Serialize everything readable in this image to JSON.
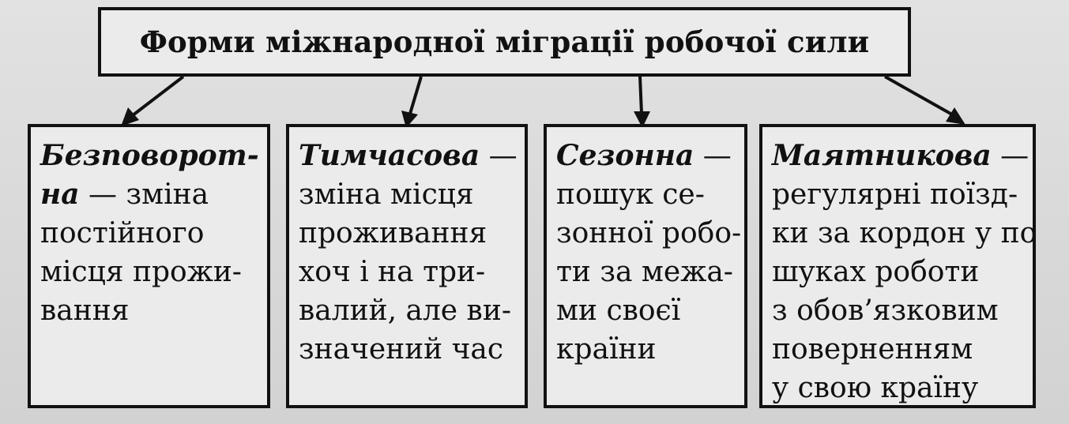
{
  "diagram": {
    "title": "Форми міжнародної міграції робочої сили",
    "forms": [
      {
        "lines": [
          {
            "term": "Безповорот-",
            "rest": ""
          },
          {
            "term": "на",
            "rest": " — зміна"
          },
          {
            "term": "",
            "rest": "постійного"
          },
          {
            "term": "",
            "rest": "місця прожи-"
          },
          {
            "term": "",
            "rest": "вання"
          }
        ]
      },
      {
        "lines": [
          {
            "term": "Тимчасова",
            "rest": " —"
          },
          {
            "term": "",
            "rest": "зміна місця"
          },
          {
            "term": "",
            "rest": "проживання"
          },
          {
            "term": "",
            "rest": "хоч і на три-"
          },
          {
            "term": "",
            "rest": "валий, але ви-"
          },
          {
            "term": "",
            "rest": "значений час"
          }
        ]
      },
      {
        "lines": [
          {
            "term": "Сезонна",
            "rest": " —"
          },
          {
            "term": "",
            "rest": "пошук се-"
          },
          {
            "term": "",
            "rest": "зонної робо-"
          },
          {
            "term": "",
            "rest": "ти за межа-"
          },
          {
            "term": "",
            "rest": "ми своєї"
          },
          {
            "term": "",
            "rest": "країни"
          }
        ]
      },
      {
        "lines": [
          {
            "term": "Маятникова",
            "rest": " —"
          },
          {
            "term": "",
            "rest": "регулярні поїзд-"
          },
          {
            "term": "",
            "rest": "ки за кордон у по-"
          },
          {
            "term": "",
            "rest": "шуках роботи"
          },
          {
            "term": "",
            "rest": "з обов’язковим"
          },
          {
            "term": "",
            "rest": "поверненням"
          },
          {
            "term": "",
            "rest": "у свою країну"
          }
        ]
      }
    ]
  }
}
